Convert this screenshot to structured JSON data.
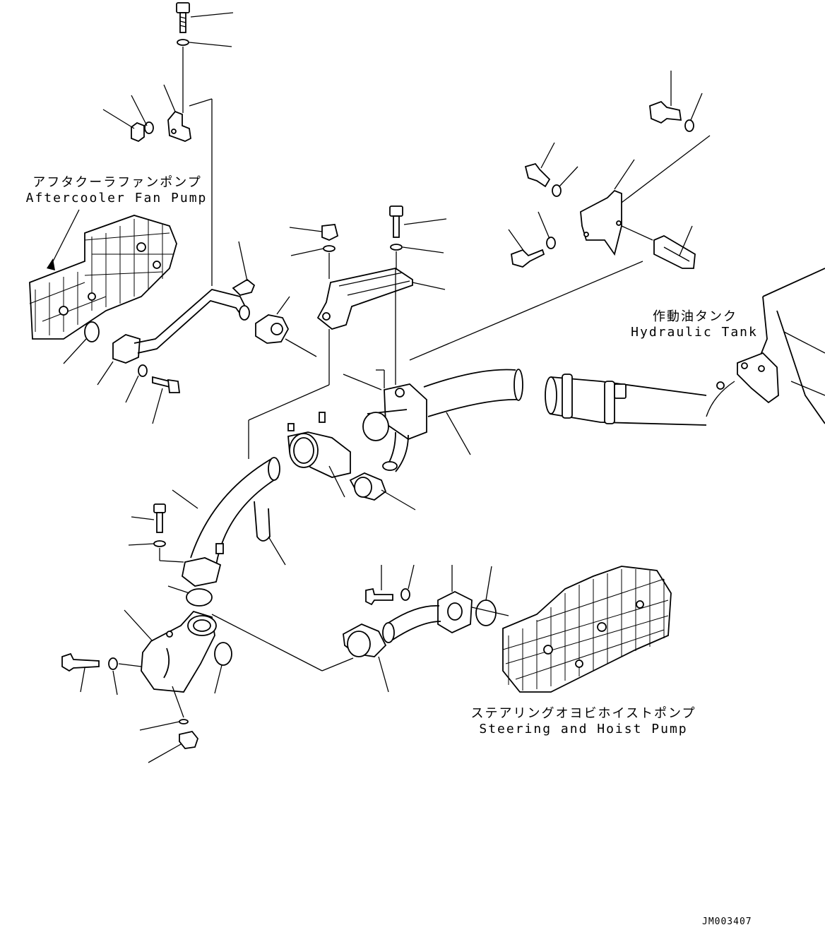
{
  "labels": {
    "aftercooler_jp": "アフタクーラファンポンプ",
    "aftercooler_en": "Aftercooler Fan Pump",
    "tank_jp": "作動油タンク",
    "tank_en": "Hydraulic Tank",
    "steering_jp": "ステアリングオヨビホイストポンプ",
    "steering_en": "Steering and Hoist Pump"
  },
  "drawing_code": "JM003407",
  "colors": {
    "line": "#000000",
    "background": "#ffffff"
  }
}
